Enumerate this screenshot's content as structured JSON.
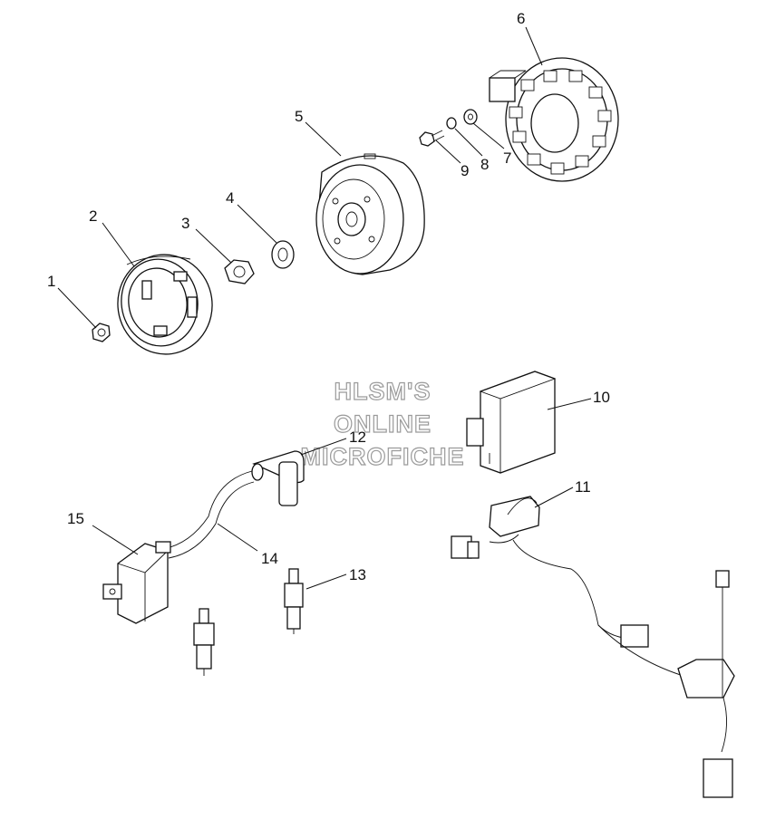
{
  "watermark": {
    "lines": [
      "HLSM'S",
      "ONLINE",
      "MICROFICHE"
    ]
  },
  "callouts": [
    "1",
    "2",
    "3",
    "4",
    "5",
    "6",
    "7",
    "8",
    "9",
    "10",
    "11",
    "12",
    "13",
    "14",
    "15"
  ],
  "colors": {
    "line": "#111111",
    "watermark_outline": "#9a9a9a",
    "background": "#ffffff"
  }
}
